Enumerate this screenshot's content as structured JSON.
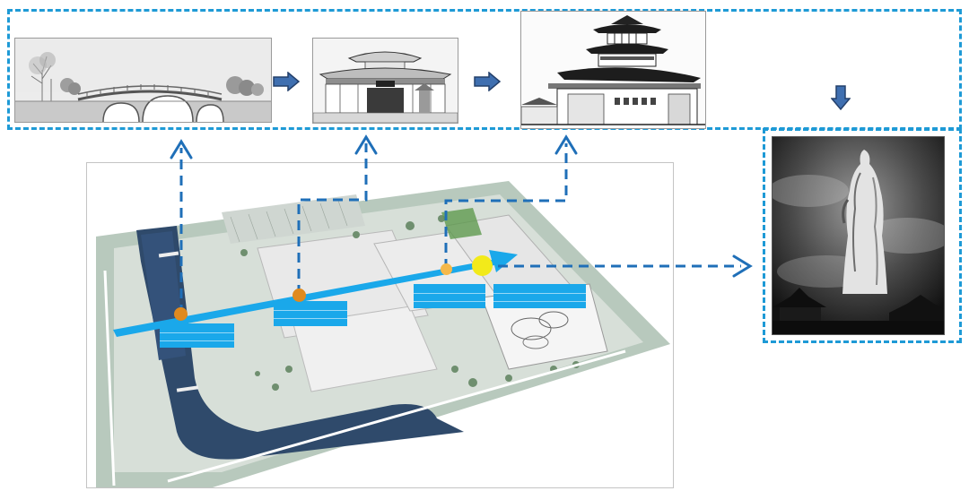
{
  "diagram": {
    "sequence_frame": {
      "style": "dashed",
      "color": "#1e9ad6"
    },
    "panels": [
      {
        "id": "bridge",
        "icon": "arch-bridge-elevation"
      },
      {
        "id": "gate-hall",
        "icon": "gate-hall-elevation"
      },
      {
        "id": "pagoda-hall",
        "icon": "pagoda-hall-section"
      },
      {
        "id": "statue",
        "icon": "guanyin-statue-photo"
      }
    ],
    "flow_arrows": [
      "right-arrow",
      "right-arrow",
      "down-arrow"
    ],
    "axis_arrow_color": "#1aa8ea",
    "node_colors": [
      "#e08a1e",
      "#e08a1e",
      "#f5b84a",
      "#f2ea1a"
    ],
    "connector_color": "#1f6fb8",
    "legend_box_color": "#1aa8ea"
  }
}
